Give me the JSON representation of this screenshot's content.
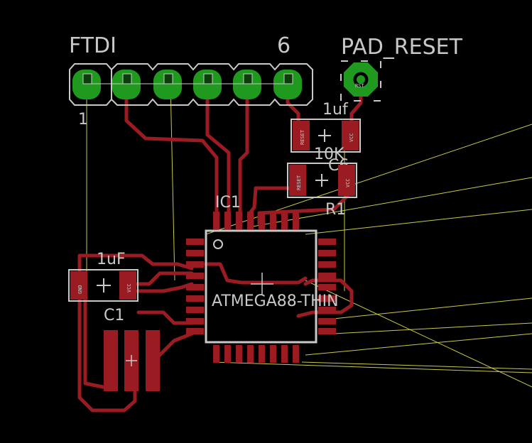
{
  "colors": {
    "background": "#000000",
    "copper_top": "#9b1b22",
    "via_pad": "#1f9a1f",
    "silkscreen": "#c8c8c8",
    "airwire": "#c9c94a"
  },
  "labels": {
    "ftdi_name": "FTDI",
    "ftdi_pin_first": "1",
    "ftdi_pin_last": "6",
    "pad_reset": "PAD_RESET",
    "c6_value": "1uf",
    "r1_value": "10K",
    "c6_name": "C6",
    "r1_name": "R1",
    "ic1_name": "IC1",
    "ic1_value": "ATMEGA88-THIN",
    "c1_value": "1uF",
    "c1_name": "C1"
  },
  "pin_labels": {
    "reset": "RESET",
    "vcc": "VCC",
    "gnd": "GND",
    "reset_pad": "RST"
  },
  "icons": {
    "component_origin": "crosshair-icon",
    "through_hole_pad": "pad-icon",
    "smd_pad": "smd-pad-icon"
  }
}
